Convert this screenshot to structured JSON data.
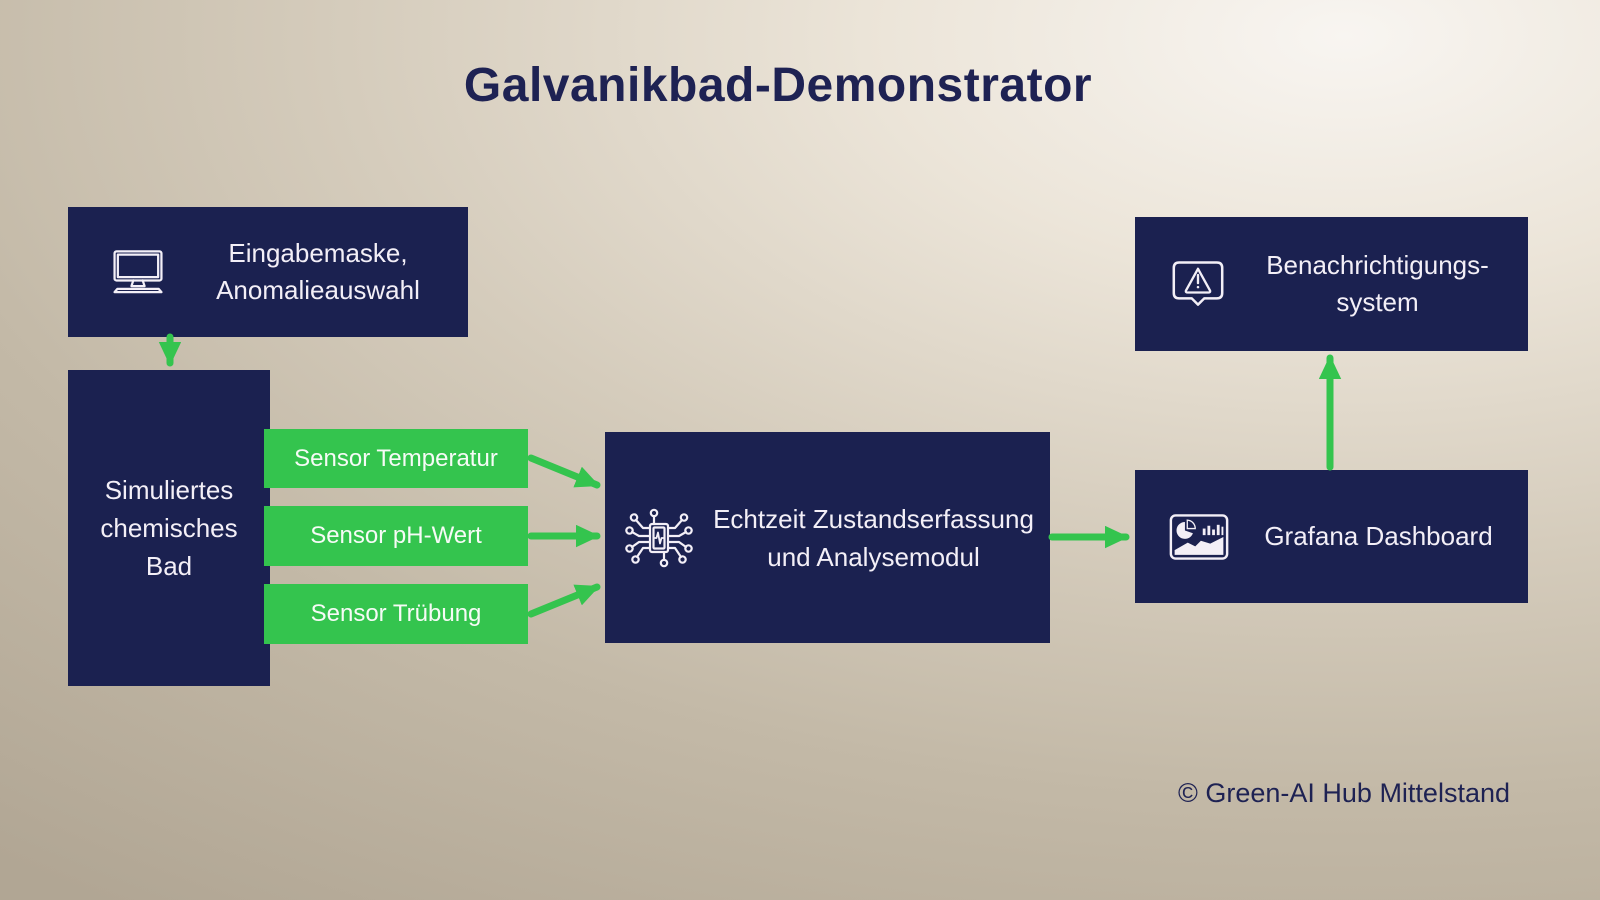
{
  "title": "Galvanikbad-Demonstrator",
  "copyright": "© Green-AI Hub Mittelstand",
  "colors": {
    "box_navy": "#1b2150",
    "sensor_green": "#34c44e",
    "arrow_green": "#34c44e",
    "box_text": "#f3eff7",
    "title_text": "#1e2253",
    "background_light": "#f8f5f1",
    "background_dark": "#b1a694"
  },
  "nodes": {
    "input": {
      "icon": "monitor-icon",
      "line1": "Eingabemaske,",
      "line2": "Anomalieauswahl"
    },
    "bath": {
      "line1": "Simuliertes",
      "line2": "chemisches",
      "line3": "Bad"
    },
    "sensors": [
      {
        "label": "Sensor Temperatur"
      },
      {
        "label": "Sensor pH-Wert"
      },
      {
        "label": "Sensor Trübung"
      }
    ],
    "analysis": {
      "icon": "chip-icon",
      "line1": "Echtzeit Zustandserfassung",
      "line2": "und Analysemodul"
    },
    "dashboard": {
      "icon": "dashboard-icon",
      "label": "Grafana Dashboard"
    },
    "notification": {
      "icon": "alert-icon",
      "line1": "Benachrichtigungs-",
      "line2": "system"
    }
  },
  "edges": [
    {
      "from": "eingabemaske",
      "to": "simuliertes-bad"
    },
    {
      "from": "sensor-temperatur",
      "to": "analysemodul"
    },
    {
      "from": "sensor-ph-wert",
      "to": "analysemodul"
    },
    {
      "from": "sensor-truebung",
      "to": "analysemodul"
    },
    {
      "from": "analysemodul",
      "to": "grafana-dashboard"
    },
    {
      "from": "grafana-dashboard",
      "to": "benachrichtigungssystem"
    }
  ]
}
